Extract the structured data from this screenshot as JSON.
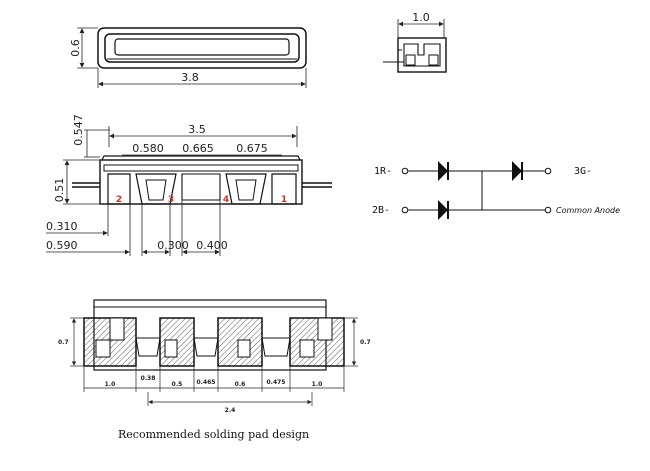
{
  "top_view": {
    "height_label": "0.6",
    "length_label": "3.8"
  },
  "side_view": {
    "width_label": "1.0"
  },
  "front_view": {
    "height_label": "0.547",
    "width_label": "3.5",
    "gap_labels": [
      "0.580",
      "0.665",
      "0.675"
    ],
    "lead_label": "0.51",
    "offset_labels": [
      "0.310",
      "0.590"
    ],
    "bottom_labels": [
      "0.300",
      "0.400"
    ],
    "pin_numbers": [
      "2",
      "3",
      "4",
      "1"
    ]
  },
  "schematic": {
    "pins": {
      "ir": "1R-",
      "b": "2B-",
      "g": "3G-",
      "anode": "Common Anode"
    }
  },
  "pad_design": {
    "height_labels": [
      "0.7",
      "0.7"
    ],
    "width_labels": [
      "1.0",
      "0.38",
      "0.5",
      "0.465",
      "0.6",
      "0.475",
      "1.0"
    ],
    "span_label": "2.4",
    "caption": "Recommended solding pad design"
  }
}
